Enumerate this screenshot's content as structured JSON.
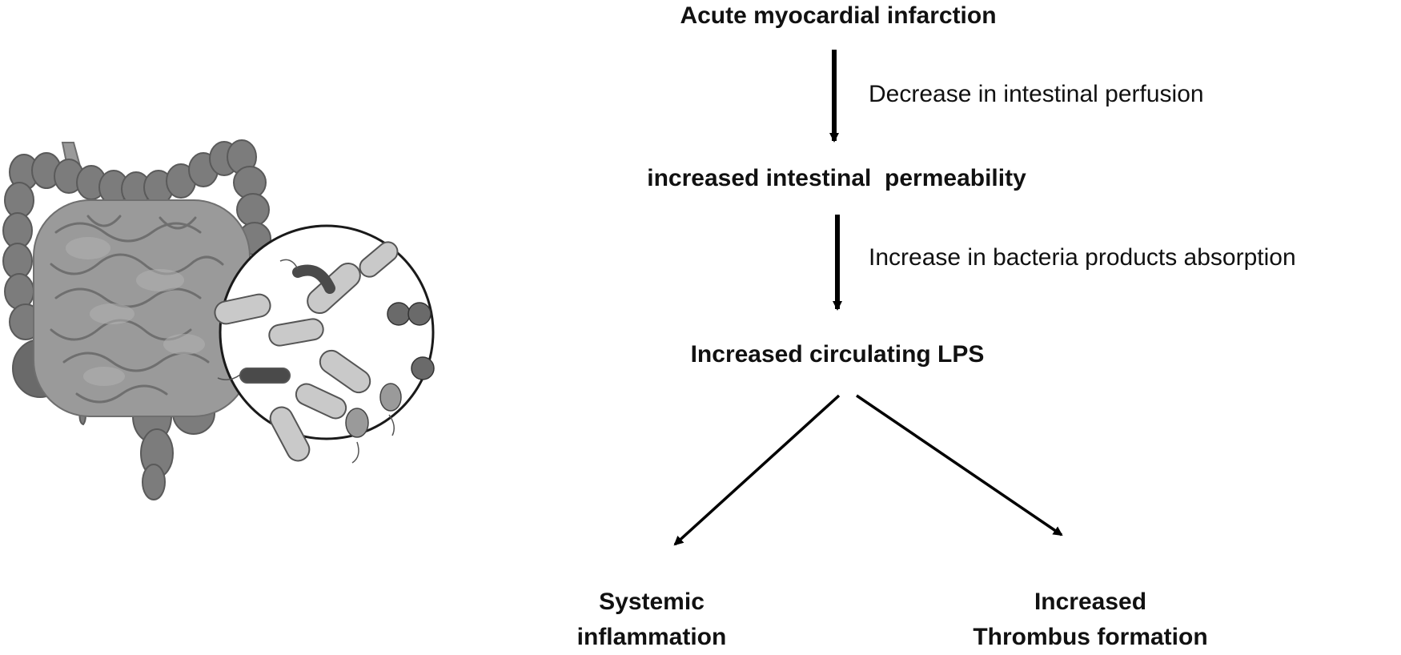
{
  "diagram": {
    "nodes": {
      "ami": "Acute myocardial infarction",
      "permeability": "increased intestinal  permeability",
      "lps": "Increased circulating LPS",
      "inflammation_line1": "Systemic",
      "inflammation_line2": "inflammation",
      "thrombus_line1": "Increased",
      "thrombus_line2": "Thrombus formation"
    },
    "edge_labels": {
      "perfusion": "Decrease in intestinal perfusion",
      "absorption": "Increase in bacteria products absorption"
    },
    "colors": {
      "text": "#111111",
      "arrow": "#000000",
      "intestine_dark": "#6f6f6f",
      "intestine_mid": "#8e8e8e",
      "intestine_light": "#b5b5b5",
      "bacteria_fill": "#c9c9c9",
      "bacteria_dark": "#4a4a4a"
    },
    "illustration": {
      "description_icon": "intestine-with-bacteria-magnifier-icon"
    }
  }
}
